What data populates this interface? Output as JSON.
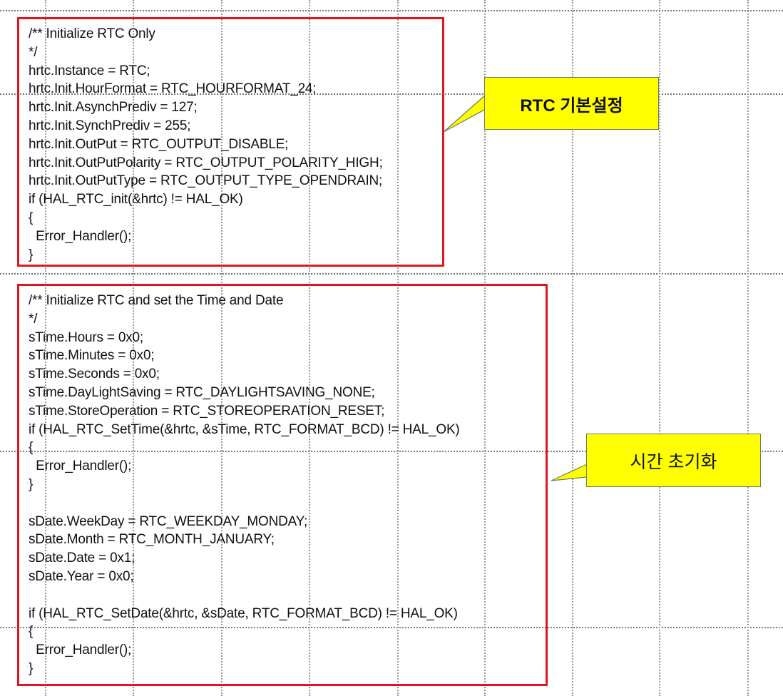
{
  "block1": {
    "lines": [
      "/** Initialize RTC Only",
      "*/",
      "hrtc.Instance = RTC;",
      "hrtc.Init.HourFormat = RTC_HOURFORMAT_24;",
      "hrtc.Init.AsynchPrediv = 127;",
      "hrtc.Init.SynchPrediv = 255;",
      "hrtc.Init.OutPut = RTC_OUTPUT_DISABLE;",
      "hrtc.Init.OutPutPolarity = RTC_OUTPUT_POLARITY_HIGH;",
      "hrtc.Init.OutPutType = RTC_OUTPUT_TYPE_OPENDRAIN;",
      "if (HAL_RTC_init(&hrtc) != HAL_OK)",
      "{",
      "  Error_Handler();",
      "}"
    ],
    "callout": "RTC 기본설정"
  },
  "block2": {
    "lines": [
      "/** Initialize RTC and set the Time and Date",
      "*/",
      "sTime.Hours = 0x0;",
      "sTime.Minutes = 0x0;",
      "sTime.Seconds = 0x0;",
      "sTime.DayLightSaving = RTC_DAYLIGHTSAVING_NONE;",
      "sTime.StoreOperation = RTC_STOREOPERATION_RESET;",
      "if (HAL_RTC_SetTime(&hrtc, &sTime, RTC_FORMAT_BCD) != HAL_OK)",
      "{",
      "  Error_Handler();",
      "}",
      "",
      "sDate.WeekDay = RTC_WEEKDAY_MONDAY;",
      "sDate.Month = RTC_MONTH_JANUARY;",
      "sDate.Date = 0x1;",
      "sDate.Year = 0x0;",
      "",
      "if (HAL_RTC_SetDate(&hrtc, &sDate, RTC_FORMAT_BCD) != HAL_OK)",
      "{",
      "  Error_Handler();",
      "}"
    ],
    "callout": "시간 초기화"
  },
  "colors": {
    "box_border": "#e0161e",
    "callout_fill": "#ffff00"
  }
}
